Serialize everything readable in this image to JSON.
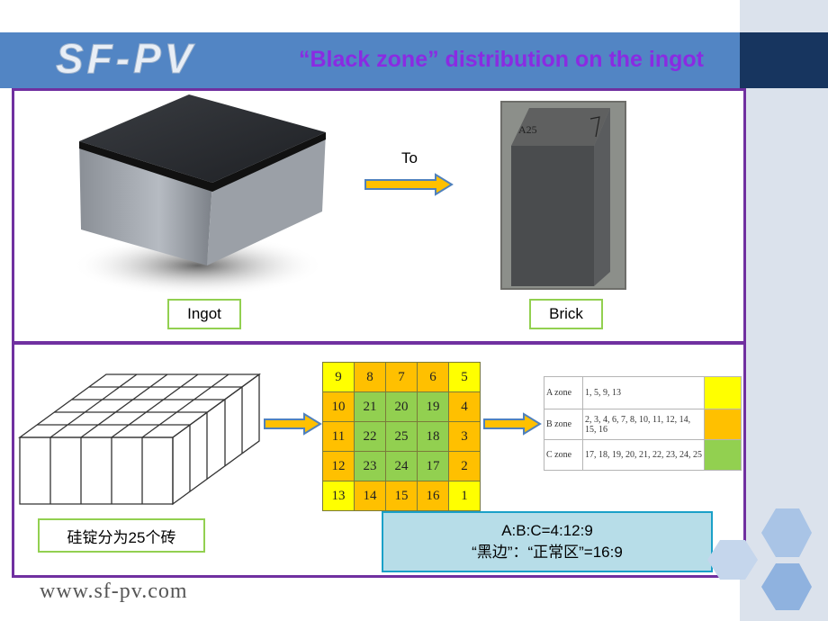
{
  "header": {
    "logo_text": "SF-PV",
    "title": "“Black zone” distribution on the ingot"
  },
  "top_panel": {
    "ingot_label": "Ingot",
    "arrow_label": "To",
    "brick_label": "Brick",
    "brick_marking": "A25"
  },
  "bottom_panel": {
    "grid": [
      [
        9,
        8,
        7,
        6,
        5
      ],
      [
        10,
        21,
        20,
        19,
        4
      ],
      [
        11,
        22,
        25,
        18,
        3
      ],
      [
        12,
        23,
        24,
        17,
        2
      ],
      [
        13,
        14,
        15,
        16,
        1
      ]
    ],
    "zones": [
      {
        "name": "A zone",
        "bricks": "1, 5, 9, 13",
        "color": "#ffff00"
      },
      {
        "name": "B zone",
        "bricks": "2, 3, 4, 6, 7, 8, 10, 11, 12, 14, 15, 16",
        "color": "#ffc000"
      },
      {
        "name": "C zone",
        "bricks": "17, 18, 19, 20, 21, 22, 23, 24, 25",
        "color": "#92d050"
      }
    ],
    "split_label": "硅锭分为25个砖",
    "ratio_line1": "A:B:C=4:12:9",
    "ratio_line2": "“黑边”：“正常区”=16:9"
  },
  "footer": {
    "website": "www.sf-pv.com"
  },
  "colors": {
    "header_blue": "#5285c4",
    "title_purple": "#8a2be2",
    "panel_border": "#7030a0",
    "zone_a": "#ffff00",
    "zone_b": "#ffc000",
    "zone_c": "#92d050",
    "arrow_fill": "#ffc000",
    "arrow_stroke": "#4f81bd"
  }
}
